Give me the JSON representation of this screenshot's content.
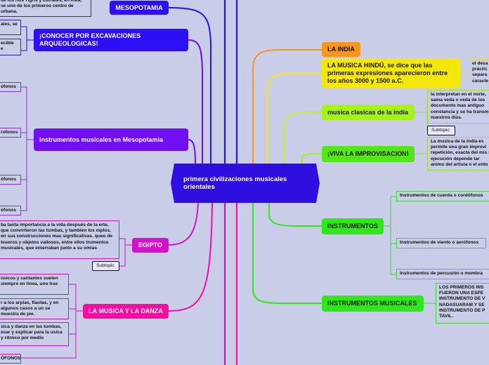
{
  "center": {
    "title": "primera civilizaciones musicales orientales"
  },
  "left": {
    "mesopotamia": {
      "label": "MESOPOTAMIA",
      "note": "de los ríos Tigris y Éufrates, en Asia, se uno de los primeros centro de urbana."
    },
    "excavaciones": {
      "label": "¡CONOCER POR EXCAVACIONES ARQUEOLOGICAS!",
      "note1": "ales, se",
      "note2": "ecible e"
    },
    "instrumentos_meso": {
      "label": "instrumentos musicales en Mesopotamia",
      "items": [
        "ófonos",
        "rofonos",
        "ófonos",
        "ófonos"
      ]
    },
    "egipto": {
      "label": "EGIPTO",
      "note": "ba tanta importancia a la vida después de la erte, que convirtieron las tumbas, y tambien los mplos, en sus construcciones mas significativas. queo de tesoros y objetos valiosos, entre ellos trumentos musicales, que enterraban junto a su omias",
      "subtopic": "Subtopic"
    },
    "danza": {
      "label": "LA MUSICA Y LA DANZA",
      "note1": "úsicos y cantantes suelen siempre en línea, uno tras",
      "note2": "r a los arpias, flautas, y en algunos casos a un se muestra de pie.",
      "note3": "sica y danza en las tumbas, esar y explicar para la usica y rítmico por medio",
      "note4": "ÓFONOS"
    }
  },
  "right": {
    "india": {
      "label": "LA INDIA"
    },
    "hindu": {
      "label": "LA MUSICA HINDÚ, se dice que las primeras expresiones aparecieron entre los años 3000 y 1500 a.C.",
      "note": "el desa práctic separa caracte"
    },
    "clasicas": {
      "label": "musica clasicas de la india",
      "note": "la interpretan en el norte, sama veda o veda de los documento mas antiguo constancia y se ha transm nuestros días.",
      "subtopic": "Subtopic"
    },
    "improvisacion": {
      "label": "¡VIVA LA IMPROVISACION!",
      "note": "La musica de la india es permite una gran improvi repetición, exacta del mis su ejecución depende tar animo del artista o el ento"
    },
    "instrumentos": {
      "label": "INSTRUMENTOS",
      "items": [
        "Instrumentos de cuerda o cordófonos",
        "Instrumentos de viento o aerófonos",
        "Instrumentos de percusión o membra"
      ]
    },
    "instrumentos_musicales": {
      "label": "INSTRUMENTOS MUSICALES",
      "note": "LOS PRIMEROS INS FUERON UNA ESPE INSTRUMENTO DE V NADASUARAM Y SE INSTRUMENTO DE P TAVIL."
    }
  },
  "colors": {
    "background": "#c9cde8",
    "center": "#2f0fe0",
    "mesopotamia": "#2d0ff5",
    "instrumentos_meso": "#6f0ff2",
    "egipto": "#d412c8",
    "danza": "#f40fa0",
    "india": "#f6961c",
    "hindu": "#f4e70c",
    "clasicas": "#a8f218",
    "instrumentos": "#2ee81a"
  }
}
